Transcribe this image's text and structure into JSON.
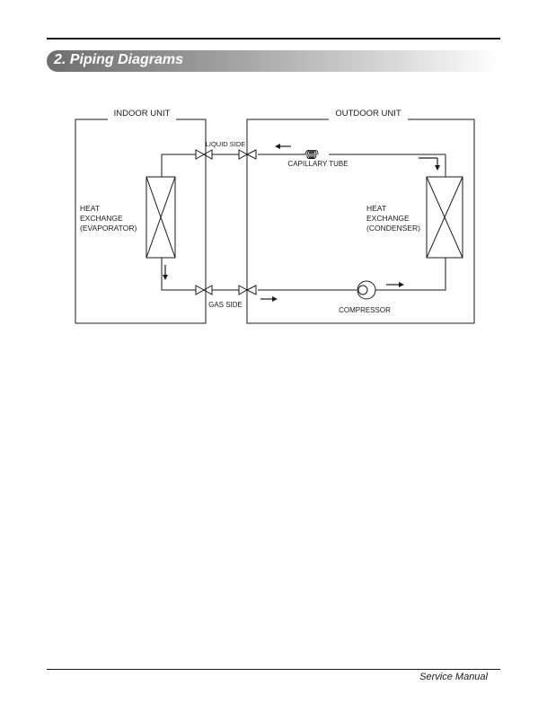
{
  "header": {
    "section_title": "2. Piping Diagrams"
  },
  "diagram": {
    "indoor_unit_label": "INDOOR UNIT",
    "outdoor_unit_label": "OUTDOOR UNIT",
    "liquid_side_label": "LIQUID SIDE",
    "gas_side_label": "GAS SIDE",
    "capillary_tube_label": "CAPILLARY TUBE",
    "compressor_label": "COMPRESSOR",
    "evaporator_label": [
      "HEAT",
      "EXCHANGE",
      "(EVAPORATOR)"
    ],
    "condenser_label": [
      "HEAT",
      "EXCHANGE",
      "(CONDENSER)"
    ]
  },
  "footer": {
    "label": "Service Manual"
  }
}
